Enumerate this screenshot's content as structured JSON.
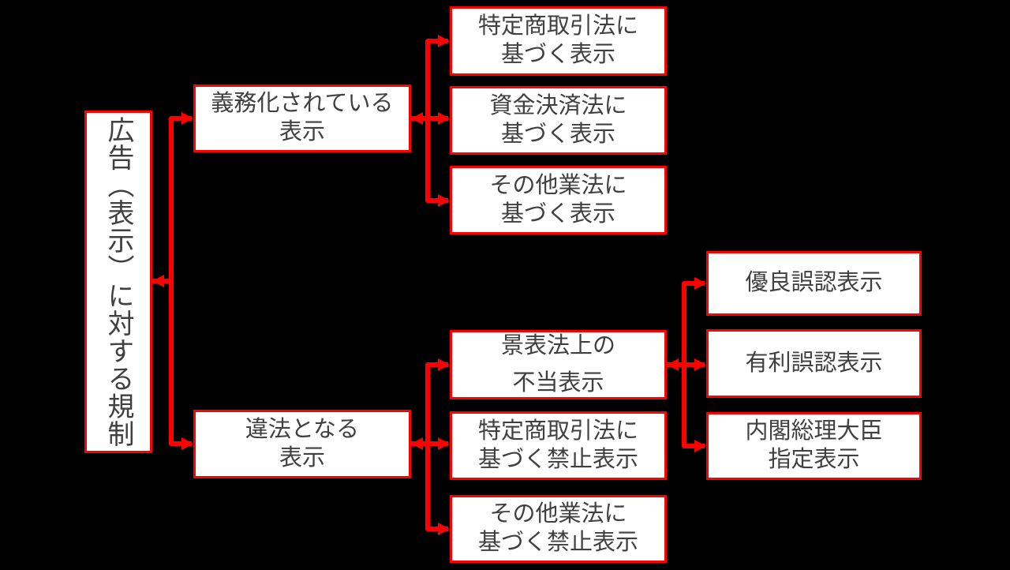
{
  "colors": {
    "background": "#000000",
    "connector": "#FF0000",
    "box_border": "#FF0000",
    "box_fill": "#FFFFFF",
    "text": "#404040"
  },
  "tree": {
    "root": {
      "label": "広告（表示）に対する規制"
    },
    "branch_mandatory": {
      "line1": "義務化されている",
      "line2": "表示",
      "children": {
        "tokutei_hyoji": {
          "line1": "特定商取引法に",
          "line2": "基づく表示"
        },
        "shikin_hyoji": {
          "line1": "資金決済法に",
          "line2": "基づく表示"
        },
        "sonota_hyoji": {
          "line1": "その他業法に",
          "line2": "基づく表示"
        }
      }
    },
    "branch_illegal": {
      "line1": "違法となる",
      "line2": "表示",
      "children": {
        "keihyoho": {
          "line1": "景表法上の",
          "line2": "不当表示",
          "children": {
            "yuryo": {
              "label": "優良誤認表示"
            },
            "yuri": {
              "label": "有利誤認表示"
            },
            "naikaku": {
              "line1": "内閣総理大臣",
              "line2": "指定表示"
            }
          }
        },
        "tokutei_kinshi": {
          "line1": "特定商取引法に",
          "line2": "基づく禁止表示"
        },
        "sonota_kinshi": {
          "line1": "その他業法に",
          "line2": "基づく禁止表示"
        }
      }
    }
  }
}
